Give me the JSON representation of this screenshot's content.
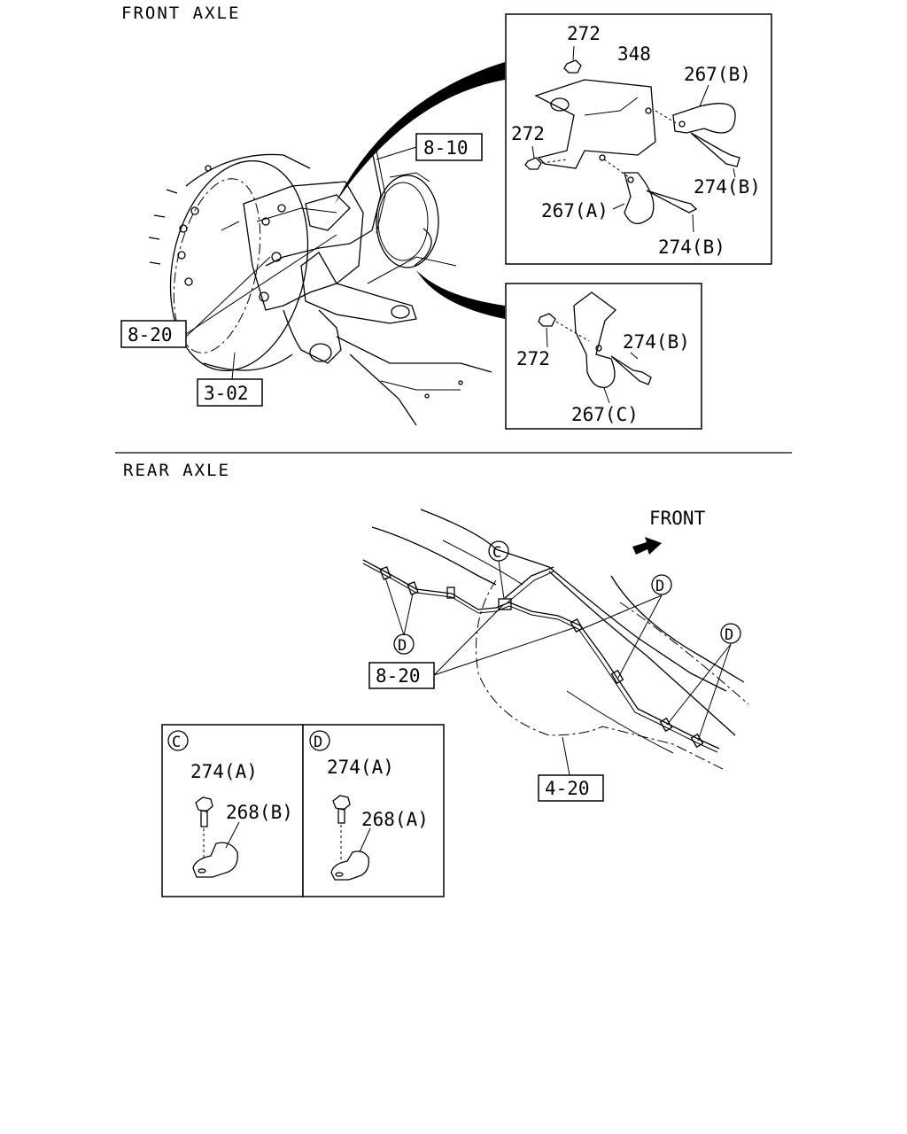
{
  "sections": {
    "front_axle": "FRONT AXLE",
    "rear_axle": "REAR AXLE"
  },
  "refs": {
    "front_8_10": "8-10",
    "front_8_20": "8-20",
    "front_3_02": "3-02",
    "rear_8_20": "8-20",
    "rear_4_20": "4-20"
  },
  "detail_top": {
    "nut_top": "272",
    "bracket": "348",
    "clip_b": "267(B)",
    "nut_left": "272",
    "bolt_b_right": "274(B)",
    "clip_a": "267(A)",
    "bolt_b_lower": "274(B)"
  },
  "detail_mid": {
    "nut": "272",
    "bolt": "274(B)",
    "clip_c": "267(C)"
  },
  "rear": {
    "front_label": "FRONT",
    "callout_c": "C",
    "callout_d": "D"
  },
  "detail_c": {
    "letter": "C",
    "bolt": "274(A)",
    "clip": "268(B)"
  },
  "detail_d": {
    "letter": "D",
    "bolt": "274(A)",
    "clip": "268(A)"
  }
}
